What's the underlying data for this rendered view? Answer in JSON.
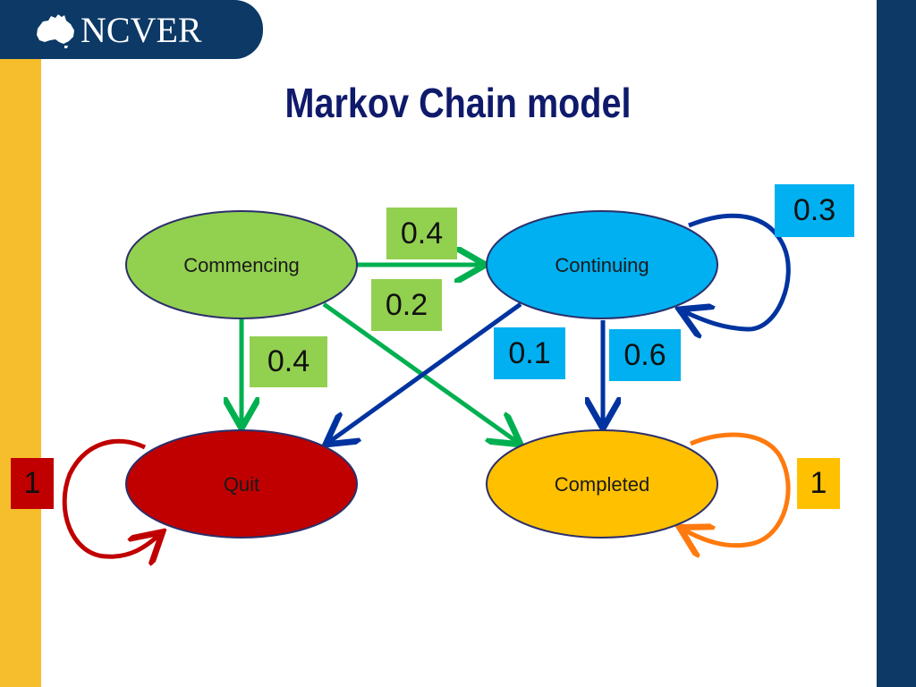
{
  "header": {
    "logo_text": "NCVER"
  },
  "title": "Markov Chain model",
  "states": {
    "commencing": "Commencing",
    "continuing": "Continuing",
    "quit": "Quit",
    "completed": "Completed"
  },
  "transitions": {
    "commencing_to_continuing": "0.4",
    "commencing_to_completed": "0.2",
    "commencing_to_quit": "0.4",
    "continuing_to_quit": "0.1",
    "continuing_to_completed": "0.6",
    "continuing_self": "0.3",
    "quit_self": "1",
    "completed_self": "1"
  },
  "colors": {
    "navy": "#0c3966",
    "gold": "#f6bd2c",
    "title": "#0f1a6b",
    "green_node": "#92d050",
    "blue_node": "#00b0f0",
    "red_node": "#c00000",
    "yellow_node": "#ffc000",
    "green_arrow": "#00b050",
    "blue_arrow": "#0033a0",
    "red_arrow": "#c00000",
    "orange_arrow": "#ff7a0e"
  }
}
